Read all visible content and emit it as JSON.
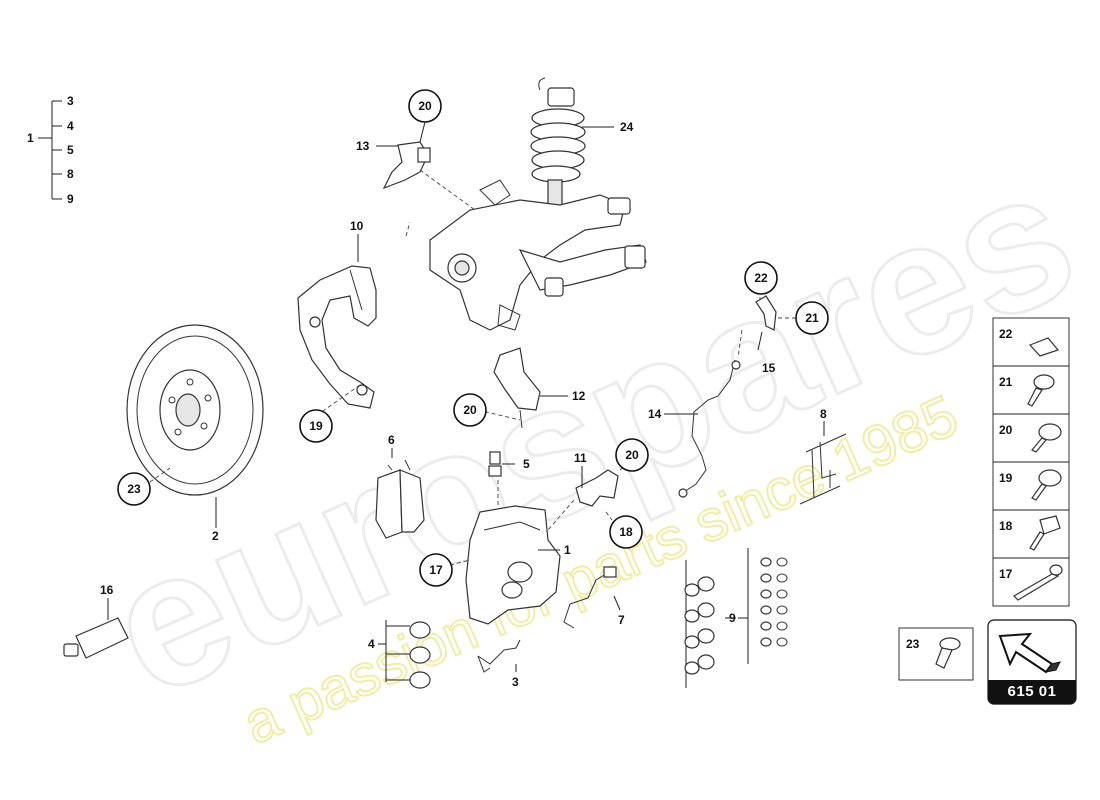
{
  "watermark": {
    "brand": "eurospares",
    "tagline": "a passion for parts since 1985"
  },
  "catalog_number": "615 01",
  "tree": {
    "parent": "1",
    "children": [
      "3",
      "4",
      "5",
      "8",
      "9"
    ]
  },
  "callouts": {
    "c24": "24",
    "c13": "13",
    "c20a": "20",
    "c10": "10",
    "c19": "19",
    "c22": "22",
    "c21": "21",
    "c15": "15",
    "c12": "12",
    "c20b": "20",
    "c14": "14",
    "c8": "8",
    "c6": "6",
    "c5": "5",
    "c11": "11",
    "c20c": "20",
    "c18": "18",
    "c23": "23",
    "c2": "2",
    "c1": "1",
    "c17": "17",
    "c16": "16",
    "c4": "4",
    "c3": "3",
    "c7": "7",
    "c9": "9"
  },
  "legend": {
    "items": [
      "22",
      "21",
      "20",
      "19",
      "18",
      "17"
    ],
    "single": "23"
  }
}
